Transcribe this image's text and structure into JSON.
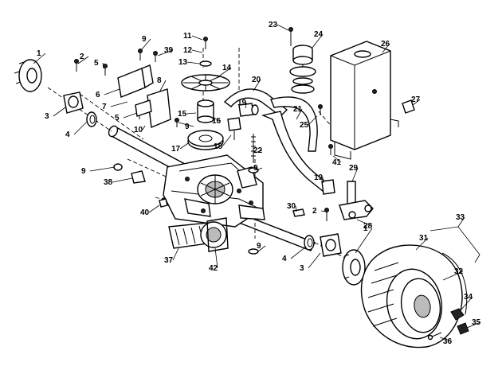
{
  "diagram": {
    "callouts": [
      "1",
      "2",
      "3",
      "4",
      "5",
      "6",
      "7",
      "8",
      "9",
      "10",
      "11",
      "12",
      "13",
      "14",
      "15",
      "16",
      "17",
      "18",
      "19",
      "20",
      "21",
      "22",
      "23",
      "24",
      "25",
      "26",
      "27",
      "28",
      "29",
      "30",
      "31",
      "32",
      "33",
      "34",
      "35",
      "36",
      "37",
      "38",
      "39",
      "40",
      "41",
      "42"
    ]
  }
}
